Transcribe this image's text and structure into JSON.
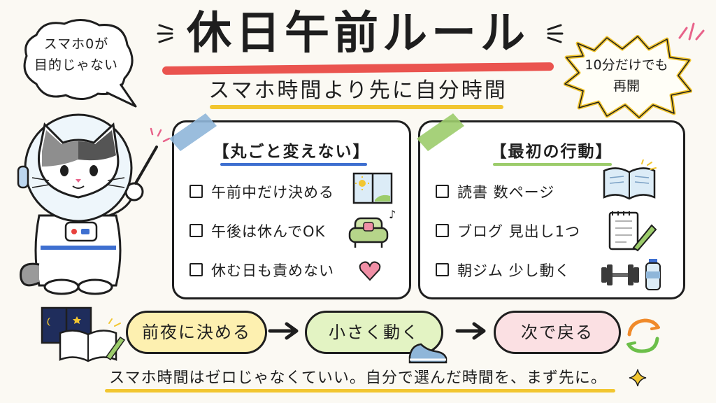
{
  "header": {
    "title": "休日午前ルール",
    "subtitle": "スマホ時間より先に自分時間"
  },
  "speech_bubble": {
    "line1": "スマホ0が",
    "line2": "目的じゃない"
  },
  "starburst": {
    "line1": "10分だけでも",
    "line2": "再開"
  },
  "card_left": {
    "title": "【丸ごと変えない】",
    "items": [
      {
        "label": "午前中だけ決める",
        "icon": "window-sun-icon"
      },
      {
        "label": "午後は休んでOK",
        "icon": "armchair-icon"
      },
      {
        "label": "休む日も責めない",
        "icon": "heart-icon"
      }
    ]
  },
  "card_right": {
    "title": "【最初の行動】",
    "items": [
      {
        "label": "読書 数ページ",
        "icon": "open-book-icon"
      },
      {
        "label": "ブログ 見出し1つ",
        "icon": "notebook-pen-icon"
      },
      {
        "label": "朝ジム 少し動く",
        "icon": "dumbbell-bottle-icon"
      }
    ]
  },
  "flow": {
    "step1": "前夜に決める",
    "step2": "小さく動く",
    "step3": "次で戻る"
  },
  "footer": {
    "text": "スマホ時間はゼロじゃなくていい。自分で選んだ時間を、まず先に。"
  },
  "colors": {
    "title_underline": "#e8413d",
    "highlight_yellow": "#f2c630",
    "tape_blue": "#8fb6d9",
    "tape_green": "#9ccc6b",
    "heart_pink": "#f08fa6"
  }
}
